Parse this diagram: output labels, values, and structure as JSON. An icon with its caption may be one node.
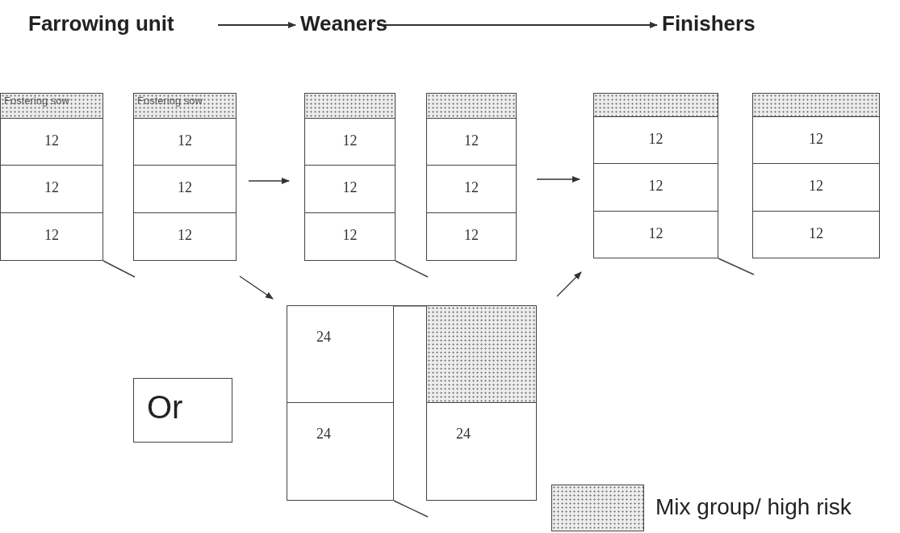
{
  "diagram": {
    "nodes": [
      {
        "text": [
          "Farrowing unit"
        ]
      },
      {
        "text": [
          "Weaners"
        ]
      },
      {
        "text": [
          "Finishers"
        ]
      },
      {
        "text": [],
        "shape": "box"
      },
      {
        "text": [
          "Fostering sow"
        ],
        "in": 3
      },
      {
        "text": [
          "Fostering sow"
        ],
        "in": 3
      },
      {
        "text": [
          "12"
        ],
        "in": 3
      },
      {
        "text": [
          "12"
        ],
        "in": 3
      },
      {
        "text": [
          "12"
        ],
        "in": 3
      },
      {
        "text": [
          "12"
        ],
        "in": 3
      },
      {
        "text": [
          "12"
        ],
        "in": 3
      },
      {
        "text": [
          "12"
        ],
        "in": 3
      },
      {
        "text": [],
        "shape": "box"
      },
      {
        "text": [],
        "shape": "box",
        "in": 12
      },
      {
        "text": [],
        "shape": "box",
        "in": 12
      },
      {
        "text": [
          "12"
        ],
        "in": 12
      },
      {
        "text": [
          "12"
        ],
        "in": 12
      },
      {
        "text": [
          "12"
        ],
        "in": 12
      },
      {
        "text": [
          "12"
        ],
        "in": 12
      },
      {
        "text": [
          "12"
        ],
        "in": 12
      },
      {
        "text": [
          "12"
        ],
        "in": 12
      },
      {
        "text": [],
        "shape": "box"
      },
      {
        "text": [],
        "shape": "box",
        "in": 21
      },
      {
        "text": [],
        "shape": "box",
        "in": 21
      },
      {
        "text": [
          "12"
        ],
        "in": 21
      },
      {
        "text": [
          "12"
        ],
        "in": 21
      },
      {
        "text": [
          "12"
        ],
        "in": 21
      },
      {
        "text": [
          "12"
        ],
        "in": 21
      },
      {
        "text": [
          "12"
        ],
        "in": 21
      },
      {
        "text": [
          "12"
        ],
        "in": 21
      },
      {
        "text": [],
        "shape": "box"
      },
      {
        "text": [
          "24"
        ],
        "in": 30
      },
      {
        "text": [],
        "shape": "box",
        "in": 30
      },
      {
        "text": [
          "24"
        ],
        "in": 30
      },
      {
        "text": [
          "24"
        ],
        "in": 30
      },
      {
        "text": [
          "Or"
        ]
      }
    ],
    "edges": [
      {
        "from": 0,
        "to": 1,
        "arrow": "to"
      },
      {
        "from": 1,
        "to": 2,
        "arrow": "to"
      },
      {
        "from": 3,
        "to": 12,
        "arrow": "to"
      },
      {
        "from": 12,
        "to": 21,
        "arrow": "to"
      },
      {
        "from": 3,
        "to": 30,
        "arrow": "to"
      },
      {
        "from": 30,
        "to": 21,
        "arrow": "to"
      }
    ],
    "legend": [
      {
        "text": "Mix group/ high risk"
      }
    ]
  }
}
